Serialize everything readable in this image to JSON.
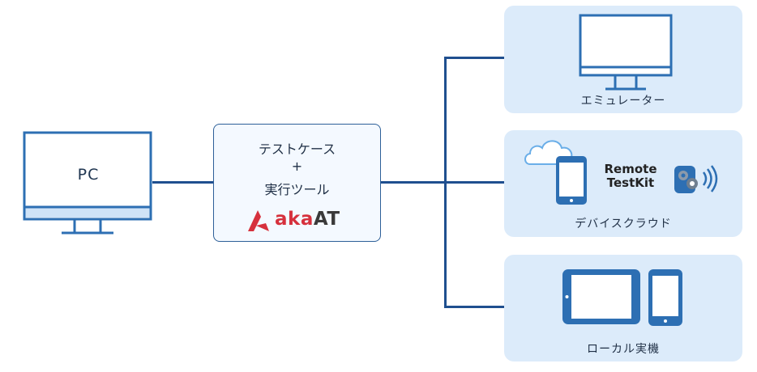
{
  "pc": {
    "label": "PC"
  },
  "tool_box": {
    "line1": "テストケース",
    "line2": "+",
    "line3": "実行ツール",
    "logo_aka": "aka",
    "logo_at": "AT"
  },
  "targets": [
    {
      "label": "エミュレーター",
      "icon": "monitor-icon"
    },
    {
      "label": "デバイスクラウド",
      "icon": "cloud-phone-icon",
      "brand_line1": "Remote",
      "brand_line2": "TestKit"
    },
    {
      "label": "ローカル実機",
      "icon": "tablet-phone-icon"
    }
  ],
  "colors": {
    "line": "#1f4f8f",
    "device_blue": "#2d6fb3",
    "panel_bg": "#dcebfa",
    "logo_red": "#d6313d"
  }
}
